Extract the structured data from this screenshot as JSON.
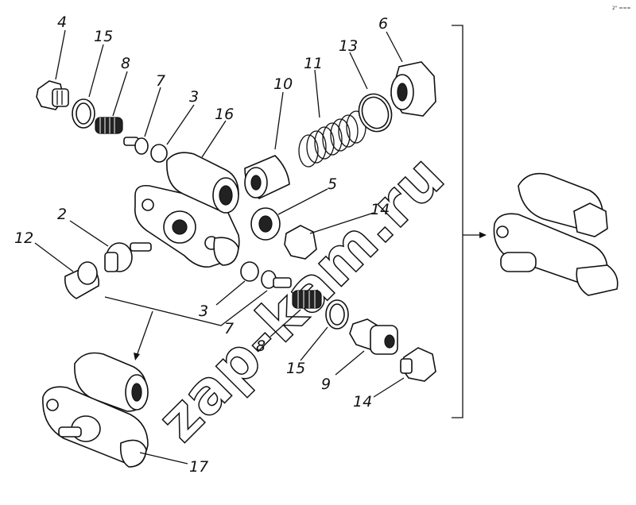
{
  "diagram": {
    "watermark": "zap-kam.ru",
    "corner_mark": "2\" ===",
    "callouts": [
      {
        "id": "c4",
        "text": "4"
      },
      {
        "id": "c15a",
        "text": "15"
      },
      {
        "id": "c8a",
        "text": "8"
      },
      {
        "id": "c7a",
        "text": "7"
      },
      {
        "id": "c3a",
        "text": "3"
      },
      {
        "id": "c16",
        "text": "16"
      },
      {
        "id": "c10",
        "text": "10"
      },
      {
        "id": "c11",
        "text": "11"
      },
      {
        "id": "c13",
        "text": "13"
      },
      {
        "id": "c6",
        "text": "6"
      },
      {
        "id": "c5",
        "text": "5"
      },
      {
        "id": "c14a",
        "text": "14"
      },
      {
        "id": "c2",
        "text": "2"
      },
      {
        "id": "c12",
        "text": "12"
      },
      {
        "id": "c3b",
        "text": "3"
      },
      {
        "id": "c7b",
        "text": "7"
      },
      {
        "id": "c8b",
        "text": "8"
      },
      {
        "id": "c15b",
        "text": "15"
      },
      {
        "id": "c9",
        "text": "9"
      },
      {
        "id": "c14b",
        "text": "14"
      },
      {
        "id": "c17",
        "text": "17"
      }
    ]
  }
}
